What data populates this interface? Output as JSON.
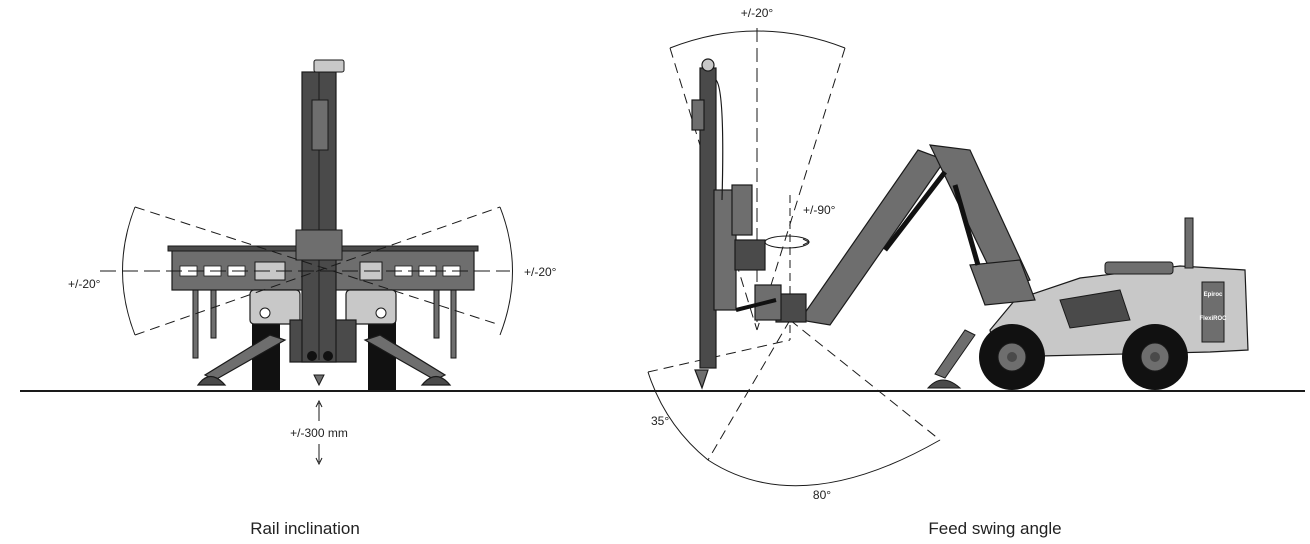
{
  "diagram": {
    "left": {
      "caption": "Rail inclination",
      "angle_left": "+/-20°",
      "angle_right": "+/-20°",
      "height_adjust": "+/-300 mm"
    },
    "right": {
      "caption": "Feed swing angle",
      "feed_tilt": "+/-20°",
      "rotation": "+/-90°",
      "swing_back": "35°",
      "swing_forward": "80°",
      "brand": "Epiroc",
      "model": "FlexiROC"
    }
  },
  "colors": {
    "line": "#1a1a1a",
    "metal_dark": "#4a4a4a",
    "metal_mid": "#6e6e6e",
    "body_light": "#c8c8c8",
    "black": "#111111"
  }
}
